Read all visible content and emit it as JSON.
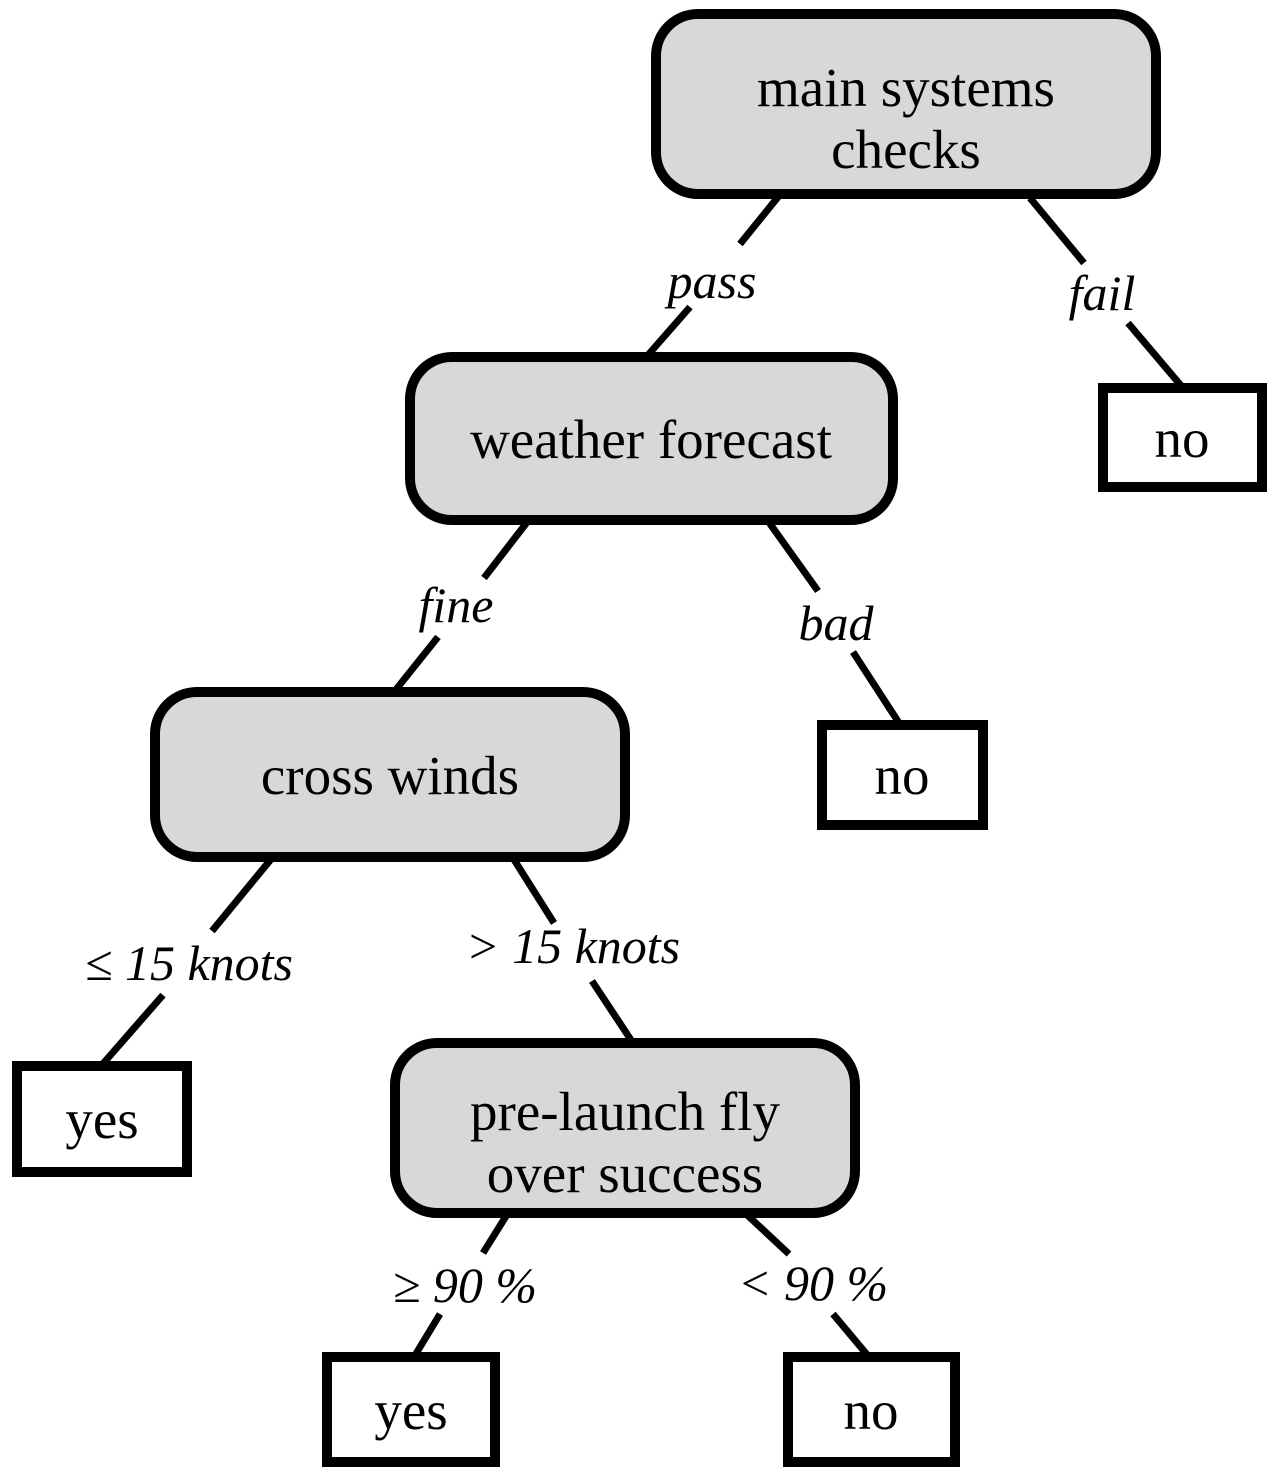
{
  "diagram_type": "decision-tree",
  "colors": {
    "background": "#ffffff",
    "node_fill": "#d8d8d8",
    "leaf_fill": "#ffffff",
    "stroke": "#000000",
    "text": "#000000"
  },
  "nodes": {
    "main_systems_checks": {
      "label": "main systems checks",
      "line1": "main systems",
      "line2": "checks"
    },
    "weather_forecast": {
      "label": "weather forecast"
    },
    "cross_winds": {
      "label": "cross winds"
    },
    "pre_launch_fly_over_success": {
      "label": "pre-launch fly over success",
      "line1": "pre-launch fly",
      "line2": "over success"
    }
  },
  "edge_labels": {
    "pass": "pass",
    "fail": "fail",
    "fine": "fine",
    "bad": "bad",
    "le_15_knots": "≤ 15 knots",
    "gt_15_knots": "> 15 knots",
    "ge_90_pct": "≥ 90 %",
    "lt_90_pct": "< 90 %"
  },
  "leaves": {
    "fail_no": "no",
    "bad_no": "no",
    "le_15_knots_yes": "yes",
    "ge_90_pct_yes": "yes",
    "lt_90_pct_no": "no"
  },
  "tree": {
    "root": "main systems checks",
    "branches": [
      {
        "from": "main systems checks",
        "condition": "pass",
        "to": "weather forecast"
      },
      {
        "from": "main systems checks",
        "condition": "fail",
        "to": "no"
      },
      {
        "from": "weather forecast",
        "condition": "fine",
        "to": "cross winds"
      },
      {
        "from": "weather forecast",
        "condition": "bad",
        "to": "no"
      },
      {
        "from": "cross winds",
        "condition": "≤ 15 knots",
        "to": "yes"
      },
      {
        "from": "cross winds",
        "condition": "> 15 knots",
        "to": "pre-launch fly over success"
      },
      {
        "from": "pre-launch fly over success",
        "condition": "≥ 90 %",
        "to": "yes"
      },
      {
        "from": "pre-launch fly over success",
        "condition": "< 90 %",
        "to": "no"
      }
    ]
  }
}
